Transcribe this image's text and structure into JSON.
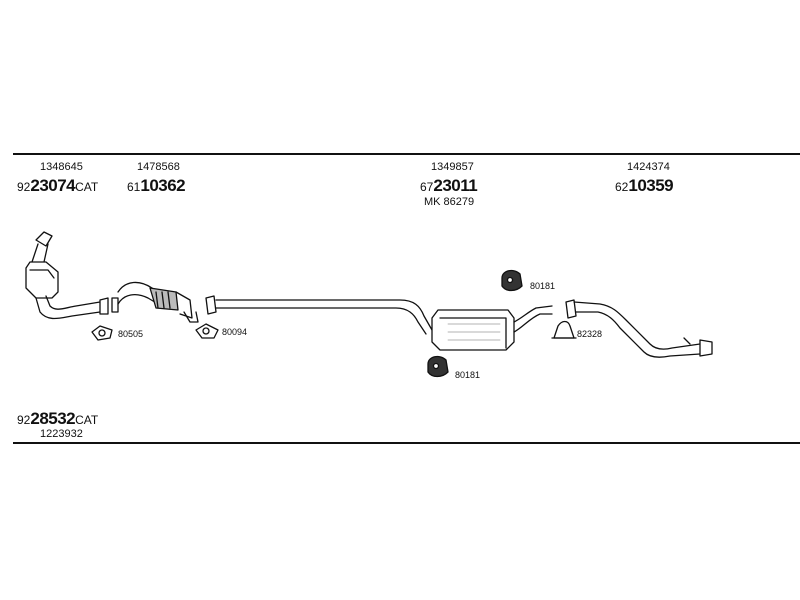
{
  "parts": [
    {
      "id": "p1",
      "oem": "1348645",
      "prefix": "92",
      "number": "23074",
      "suffix": "CAT"
    },
    {
      "id": "p2",
      "oem": "1478568",
      "prefix": "61",
      "number": "10362",
      "suffix": ""
    },
    {
      "id": "p3",
      "oem": "1349857",
      "prefix": "67",
      "number": "23011",
      "suffix": "",
      "extra": "MK  86279"
    },
    {
      "id": "p4",
      "oem": "1424374",
      "prefix": "62",
      "number": "10359",
      "suffix": ""
    },
    {
      "id": "p5",
      "oem": "1223932",
      "prefix": "92",
      "number": "28532",
      "suffix": "CAT"
    }
  ],
  "fittings": {
    "f80505": "80505",
    "f80094": "80094",
    "f80181a": "80181",
    "f80181b": "80181",
    "f82328": "82328"
  },
  "colors": {
    "line": "#111111",
    "fill": "#ffffff",
    "shade": "#9a9a9a"
  }
}
